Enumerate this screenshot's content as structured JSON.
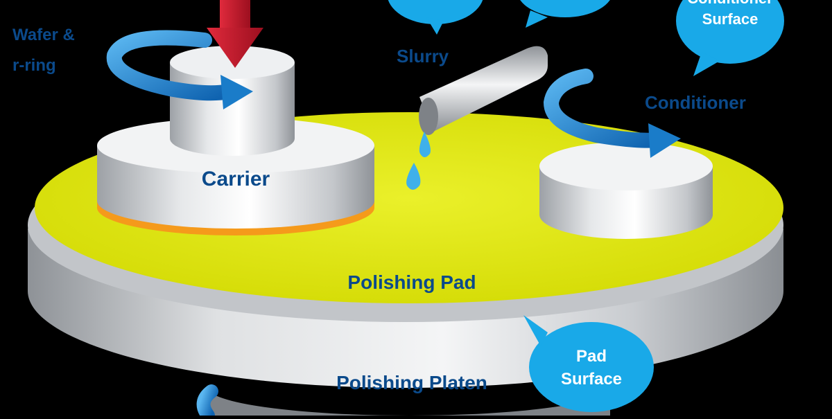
{
  "labels": {
    "wafer_ring": [
      "Wafer &",
      "r-ring"
    ],
    "slurry": "Slurry",
    "conditioner": "Conditioner",
    "conditioner_surface": [
      "Conditioner",
      "Surface"
    ],
    "carrier": "Carrier",
    "polishing_pad": "Polishing Pad",
    "polishing_platen": "Polishing Platen",
    "pad_surface": [
      "Pad",
      "Surface"
    ]
  },
  "colors": {
    "background": "#000000",
    "label_dark_blue": "#0b4a8b",
    "bubble_blue": "#19a9e8",
    "bubble_text": "#ffffff",
    "pad_yellow": "#dfe60a",
    "platen_gray": "#b9bcc0",
    "carrier_white": "#f2f3f4",
    "wafer_orange": "#f59a1b",
    "arrow_blue": "#1f86d3",
    "force_arrow_red": "#c0182b",
    "slurry_drop": "#3fb0ea"
  },
  "icons": {
    "rotation_arrows": "curved-rotation-arrow-icon",
    "force_arrow": "down-force-arrow-icon",
    "slurry_drops": "droplet-icon"
  }
}
